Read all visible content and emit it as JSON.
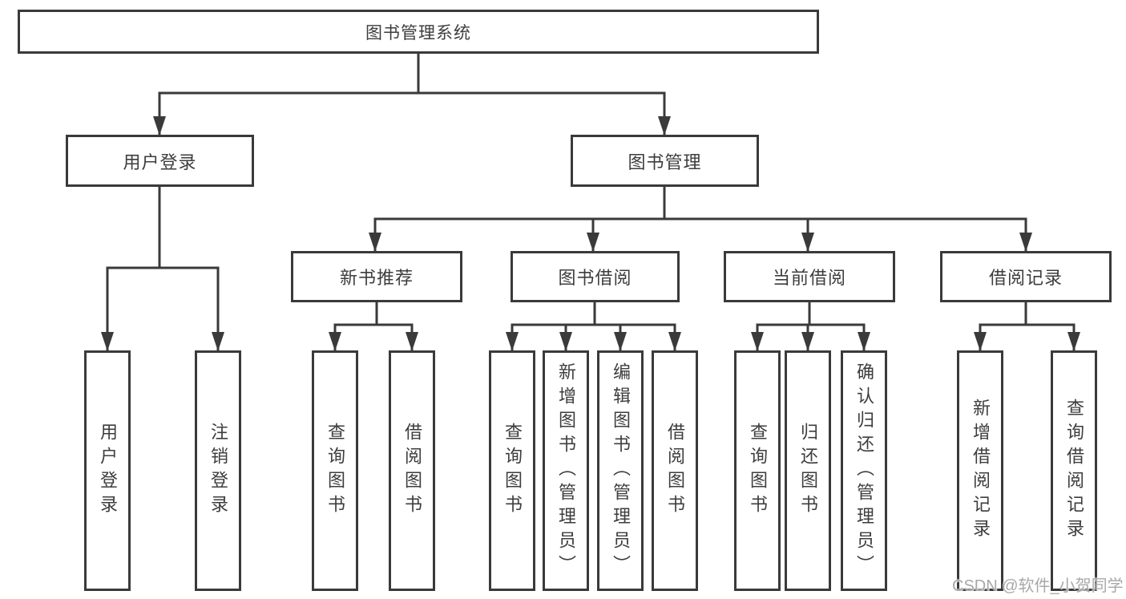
{
  "tree": {
    "root": {
      "label": "图书管理系统",
      "children": [
        {
          "label": "用户登录",
          "children": [
            {
              "label": "用户登录"
            },
            {
              "label": "注销登录"
            }
          ]
        },
        {
          "label": "图书管理",
          "children": [
            {
              "label": "新书推荐",
              "children": [
                {
                  "label": "查询图书"
                },
                {
                  "label": "借阅图书"
                }
              ]
            },
            {
              "label": "图书借阅",
              "children": [
                {
                  "label": "查询图书"
                },
                {
                  "label": "新增图书（管理员）"
                },
                {
                  "label": "编辑图书（管理员）"
                },
                {
                  "label": "借阅图书"
                }
              ]
            },
            {
              "label": "当前借阅",
              "children": [
                {
                  "label": "查询图书"
                },
                {
                  "label": "归还图书"
                },
                {
                  "label": "确认归还（管理员）"
                }
              ]
            },
            {
              "label": "借阅记录",
              "children": [
                {
                  "label": "新增借阅记录"
                },
                {
                  "label": "查询借阅记录"
                }
              ]
            }
          ]
        }
      ]
    }
  },
  "watermark": {
    "text": "CSDN @软件_小贺同学"
  },
  "colors": {
    "line": "#3a3a3a",
    "box_border": "#3a3a3a",
    "box_background": "#ffffff",
    "text": "#3d3d3d",
    "watermark": "#a8a8a8",
    "background": "#ffffff"
  }
}
